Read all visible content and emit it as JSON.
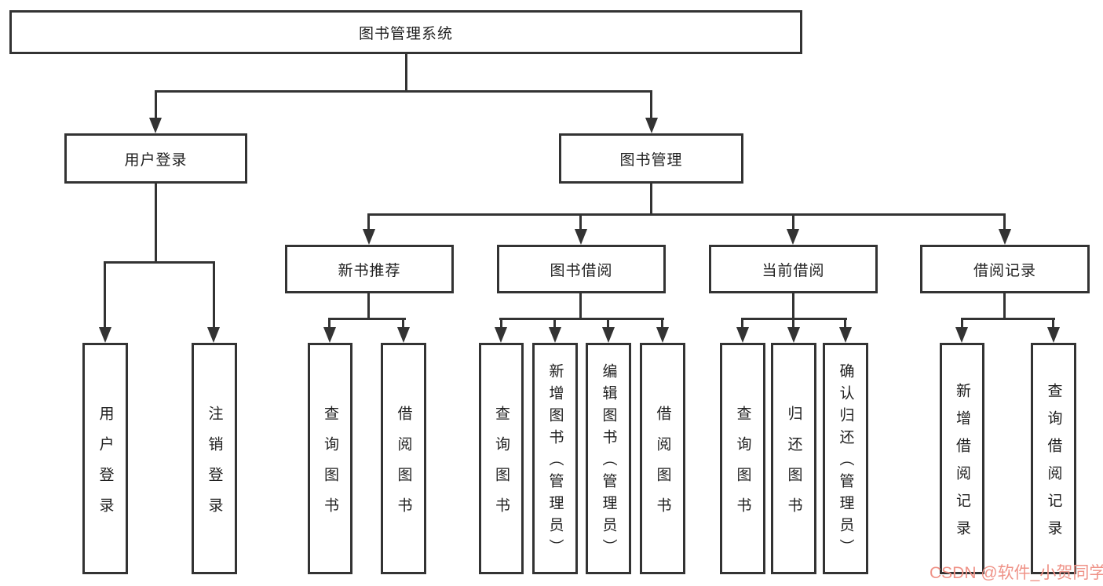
{
  "diagram": {
    "title_node": {
      "label": "图书管理系统"
    },
    "level2": [
      {
        "label": "用户登录"
      },
      {
        "label": "图书管理"
      }
    ],
    "level3": [
      {
        "label": "新书推荐"
      },
      {
        "label": "图书借阅"
      },
      {
        "label": "当前借阅"
      },
      {
        "label": "借阅记录"
      }
    ],
    "leaf_groups": {
      "login": [
        "用户登录",
        "注销登录"
      ],
      "recommend": [
        "查询图书",
        "借阅图书"
      ],
      "borrow": [
        "查询图书",
        "新增图书（管理员）",
        "编辑图书（管理员）",
        "借阅图书"
      ],
      "current": [
        "查询图书",
        "归还图书",
        "确认归还（管理员）"
      ],
      "records": [
        "新增借阅记录",
        "查询借阅记录"
      ]
    },
    "colors": {
      "line": "#333333",
      "text": "#1f1f1f",
      "background": "#ffffff",
      "watermark": "#ef9287"
    }
  },
  "watermark": {
    "text": "CSDN @软件_小贺同学"
  }
}
